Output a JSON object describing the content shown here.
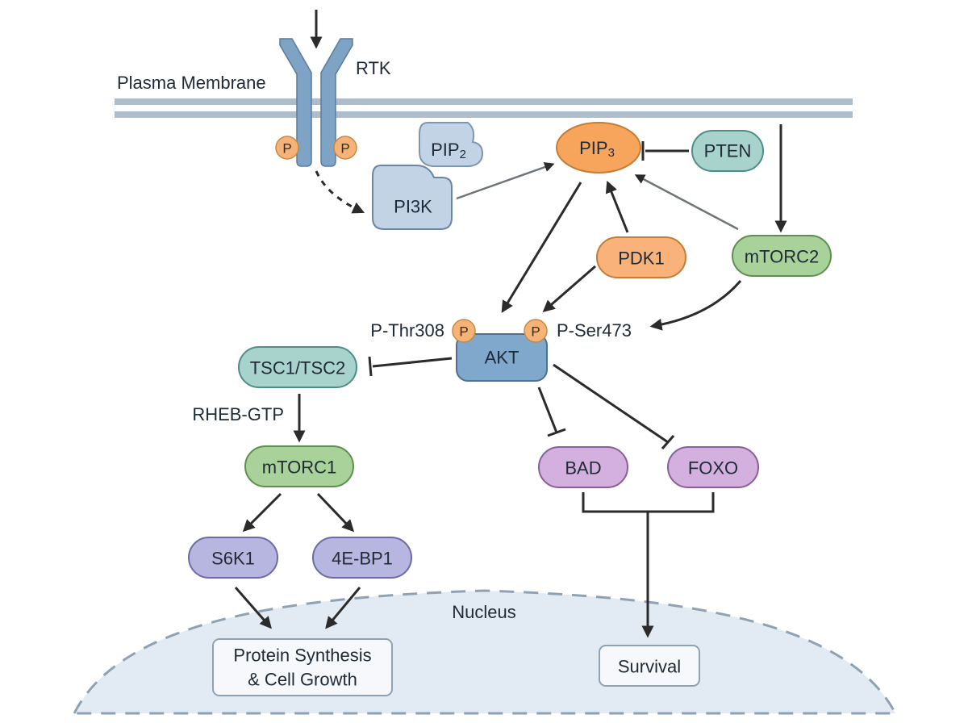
{
  "labels": {
    "rtk": "RTK",
    "plasma_membrane": "Plasma Membrane",
    "p_thr308": "P-Thr308",
    "p_ser473": "P-Ser473",
    "rheb_gtp": "RHEB-GTP",
    "nucleus": "Nucleus",
    "phospho": "P"
  },
  "nodes": {
    "pip2": {
      "base": "PIP",
      "sub": "2"
    },
    "pip3": {
      "base": "PIP",
      "sub": "3"
    },
    "pi3k": "PI3K",
    "pten": "PTEN",
    "pdk1": "PDK1",
    "mtorc2": "mTORC2",
    "akt": "AKT",
    "tsc": "TSC1/TSC2",
    "mtorc1": "mTORC1",
    "s6k1": "S6K1",
    "fourebp1": "4E-BP1",
    "bad": "BAD",
    "foxo": "FOXO"
  },
  "outcomes": {
    "protein_line1": "Protein Synthesis",
    "protein_line2": "& Cell Growth",
    "survival": "Survival"
  },
  "colors": {
    "membrane": "#a9b9c8",
    "receptor": "#7fa3c4",
    "phospho": "#f5b377",
    "pip3": "#f7a45c",
    "pi3k": "#c3d3e6",
    "pten": "#a8d3cd",
    "pdk1": "#f8b27a",
    "mtorc": "#a9d19a",
    "akt": "#7fa8cc",
    "tsc": "#a8d3cd",
    "s6k": "#b7b6e0",
    "bad_foxo": "#d4b0de",
    "nucleus": "#e2ebf3"
  }
}
